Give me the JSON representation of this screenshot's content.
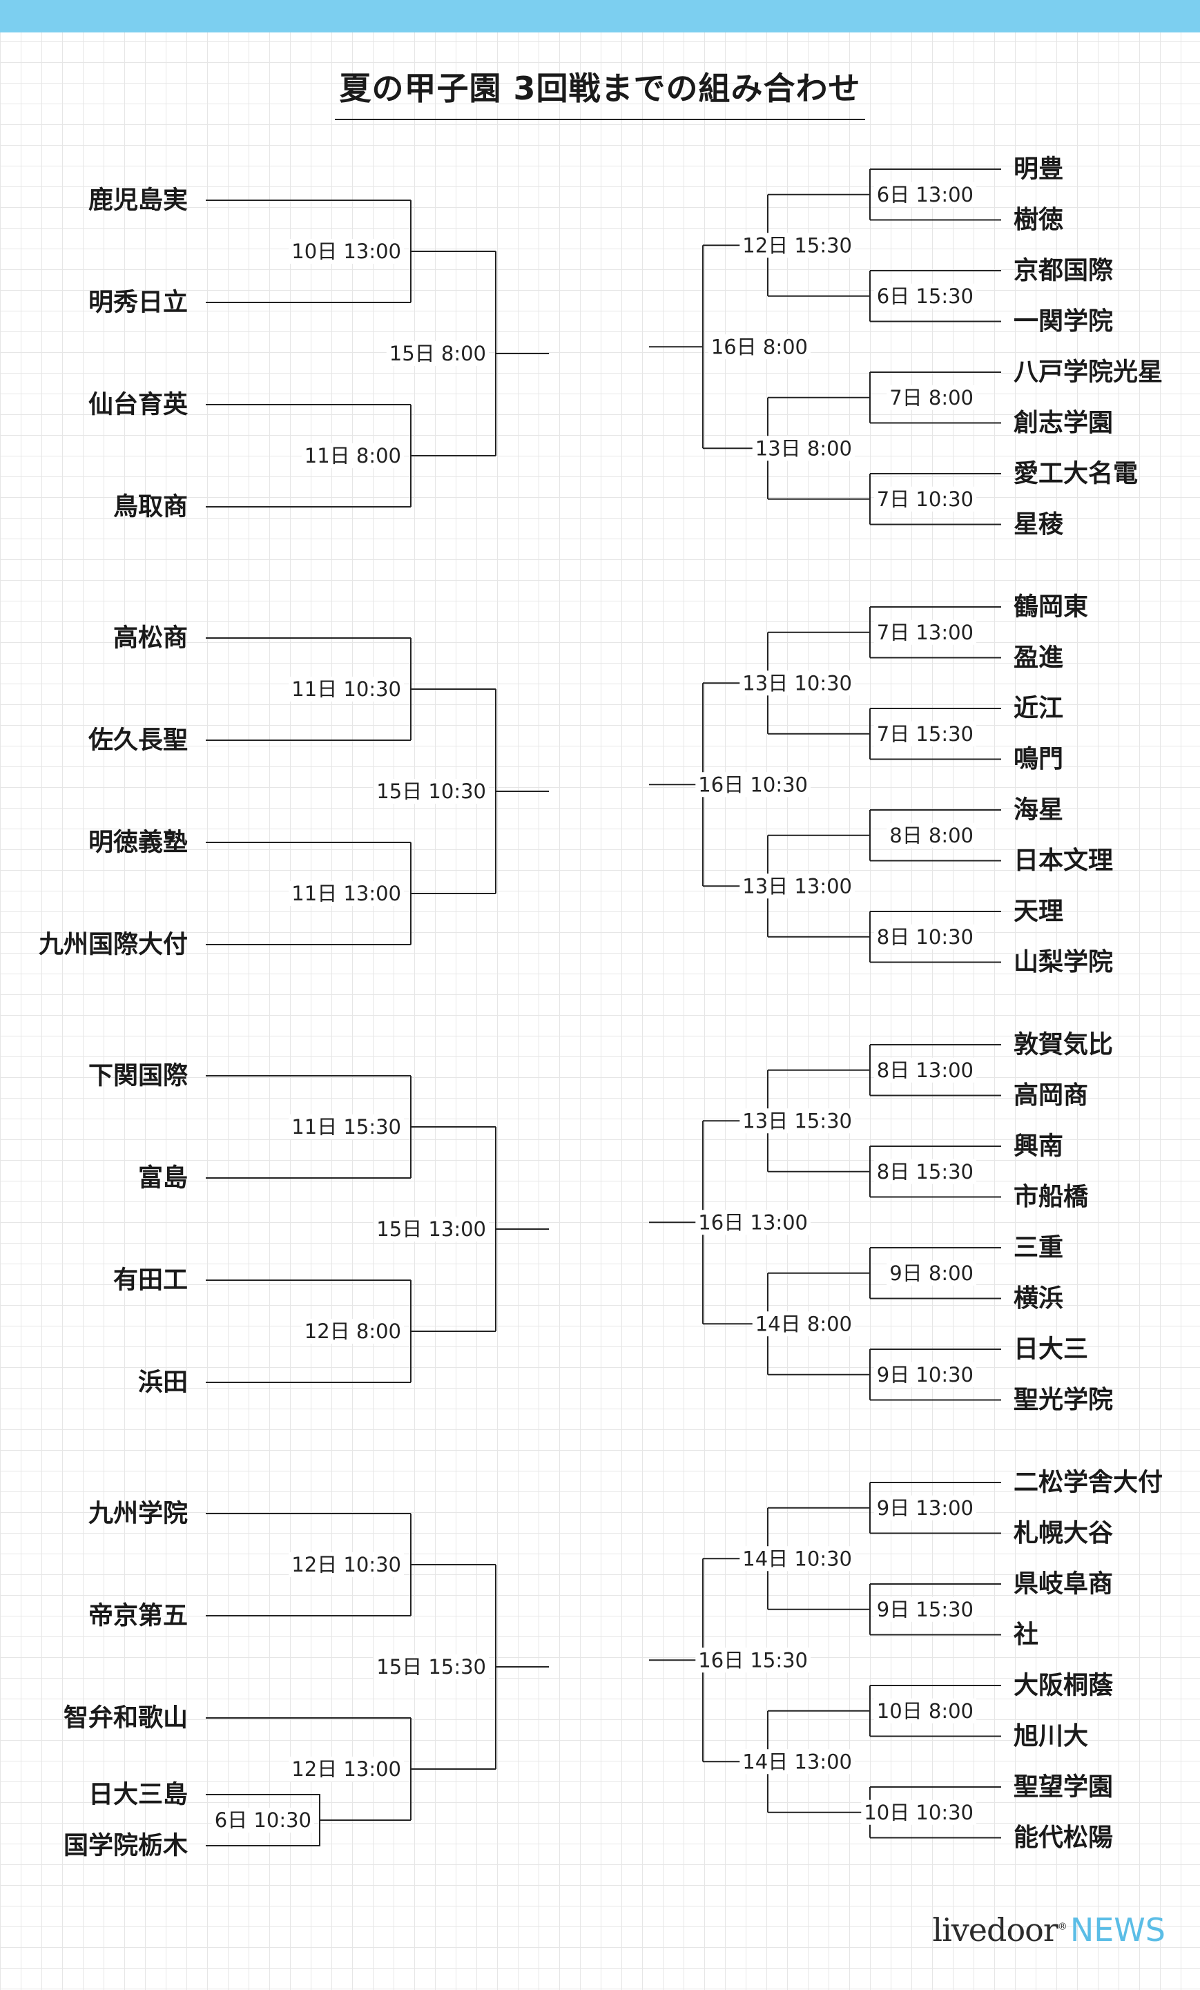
{
  "title": "夏の甲子園 3回戦までの組み合わせ",
  "logo": {
    "text": "livedoor",
    "news": "NEWS",
    "mark": "®"
  },
  "line_color": "#222222",
  "accent_color": "#7ccff0",
  "blocks": [
    {
      "left": {
        "teams": [
          "鹿児島実",
          "明秀日立",
          "仙台育英",
          "鳥取商"
        ],
        "r2": [
          "10日 13:00",
          "11日 8:00"
        ],
        "r3": "15日 8:00"
      },
      "right": {
        "teams": [
          "明豊",
          "樹徳",
          "京都国際",
          "一関学院",
          "八戸学院光星",
          "創志学園",
          "愛工大名電",
          "星稜"
        ],
        "r1": [
          "6日 13:00",
          "6日 15:30",
          "7日 8:00",
          "7日 10:30"
        ],
        "r2": [
          "12日 15:30",
          "13日 8:00"
        ],
        "r3": "16日 8:00"
      }
    },
    {
      "left": {
        "teams": [
          "高松商",
          "佐久長聖",
          "明徳義塾",
          "九州国際大付"
        ],
        "r2": [
          "11日 10:30",
          "11日 13:00"
        ],
        "r3": "15日 10:30"
      },
      "right": {
        "teams": [
          "鶴岡東",
          "盈進",
          "近江",
          "鳴門",
          "海星",
          "日本文理",
          "天理",
          "山梨学院"
        ],
        "r1": [
          "7日 13:00",
          "7日 15:30",
          "8日 8:00",
          "8日 10:30"
        ],
        "r2": [
          "13日 10:30",
          "13日 13:00"
        ],
        "r3": "16日 10:30"
      }
    },
    {
      "left": {
        "teams": [
          "下関国際",
          "富島",
          "有田工",
          "浜田"
        ],
        "r2": [
          "11日 15:30",
          "12日 8:00"
        ],
        "r3": "15日 13:00"
      },
      "right": {
        "teams": [
          "敦賀気比",
          "高岡商",
          "興南",
          "市船橋",
          "三重",
          "横浜",
          "日大三",
          "聖光学院"
        ],
        "r1": [
          "8日 13:00",
          "8日 15:30",
          "9日 8:00",
          "9日 10:30"
        ],
        "r2": [
          "13日 15:30",
          "14日 8:00"
        ],
        "r3": "16日 13:00"
      }
    },
    {
      "left": {
        "teams": [
          "九州学院",
          "帝京第五",
          "智弁和歌山",
          "日大三島",
          "国学院栃木"
        ],
        "r1": "6日 10:30",
        "r2": [
          "12日 10:30",
          "12日 13:00"
        ],
        "r3": "15日 15:30"
      },
      "right": {
        "teams": [
          "二松学舎大付",
          "札幌大谷",
          "県岐阜商",
          "社",
          "大阪桐蔭",
          "旭川大",
          "聖望学園",
          "能代松陽"
        ],
        "r1": [
          "9日 13:00",
          "9日 15:30",
          "10日 8:00",
          "10日 10:30"
        ],
        "r2": [
          "14日 10:30",
          "14日 13:00"
        ],
        "r3": "16日 15:30"
      }
    }
  ]
}
